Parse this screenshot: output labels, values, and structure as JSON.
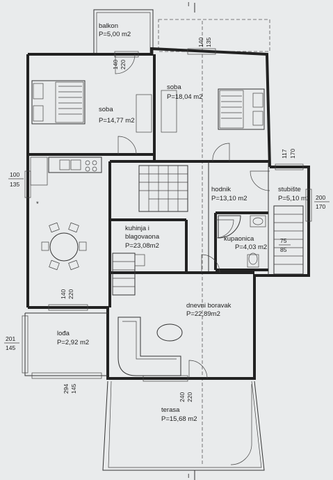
{
  "rooms": {
    "balkon": {
      "name": "balkon",
      "area": "P=5,00 m2"
    },
    "soba_left": {
      "name": "soba",
      "area": "P=14,77 m2"
    },
    "soba_right": {
      "name": "soba",
      "area": "P=18,04 m2"
    },
    "hodnik": {
      "name": "hodnik",
      "area": "P=13,10 m2"
    },
    "stubiste": {
      "name": "stubište",
      "area": "P=5,10 m2"
    },
    "kuhinja": {
      "name1": "kuhinja i",
      "name2": "blagovaona",
      "area": "P=23,08m2"
    },
    "kupaonica": {
      "name": "kupaonica",
      "area": "P=4,03 m2"
    },
    "dnevni": {
      "name": "dnevni boravak",
      "area": "P=22,89m2"
    },
    "loda": {
      "name": "lođa",
      "area": "P=2,92 m2"
    },
    "terasa": {
      "name": "terasa",
      "area": "P=15,68 m2"
    }
  },
  "dimensions": {
    "balkon_door": [
      "140",
      "220"
    ],
    "soba_window": [
      "140",
      "135"
    ],
    "kitchen_window": [
      "100",
      "135"
    ],
    "stair_window_top": [
      "117",
      "170"
    ],
    "stair_window_right": [
      "200",
      "170"
    ],
    "bath_window": [
      "75",
      "85"
    ],
    "dining_door": [
      "140",
      "220"
    ],
    "loda_window": [
      "201",
      "145"
    ],
    "terrace_door": [
      "240",
      "220"
    ],
    "loda_door": [
      "294",
      "145"
    ]
  },
  "section_mark": "I",
  "kitchen_marker": "*"
}
